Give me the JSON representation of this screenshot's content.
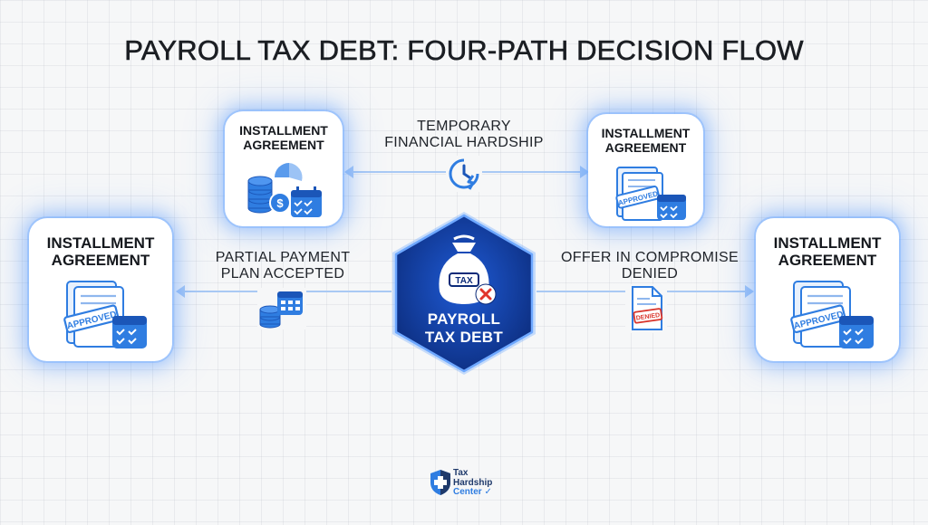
{
  "title": "PAYROLL TAX DEBT: FOUR-PATH DECISION FLOW",
  "hub": {
    "line1": "PAYROLL",
    "line2": "TAX DEBT",
    "bag_label": "TAX"
  },
  "paths": {
    "top_left": {
      "card_line1": "INSTALLMENT",
      "card_line2": "AGREEMENT"
    },
    "top_right": {
      "card_line1": "INSTALLMENT",
      "card_line2": "AGREEMENT",
      "stamp": "APPROVED"
    },
    "left": {
      "card_line1": "INSTALLMENT",
      "card_line2": "AGREEMENT",
      "stamp": "APPROVED"
    },
    "right": {
      "card_line1": "INSTALLMENT",
      "card_line2": "AGREEMENT",
      "stamp": "APPROVED"
    },
    "top_connector": {
      "line1": "TEMPORARY",
      "line2": "FINANCIAL HARDSHIP"
    },
    "left_connector": {
      "line1": "PARTIAL PAYMENT",
      "line2": "PLAN ACCEPTED"
    },
    "right_connector": {
      "line1": "OFFER IN COMPROMISE",
      "line2": "DENIED",
      "stamp": "DENIED"
    }
  },
  "logo": {
    "line1": "Tax",
    "line2": "Hardship",
    "line3": "Center"
  },
  "colors": {
    "accent": "#2f7de1",
    "hub_dark": "#0b2a78",
    "connector": "#a9c9f4"
  }
}
